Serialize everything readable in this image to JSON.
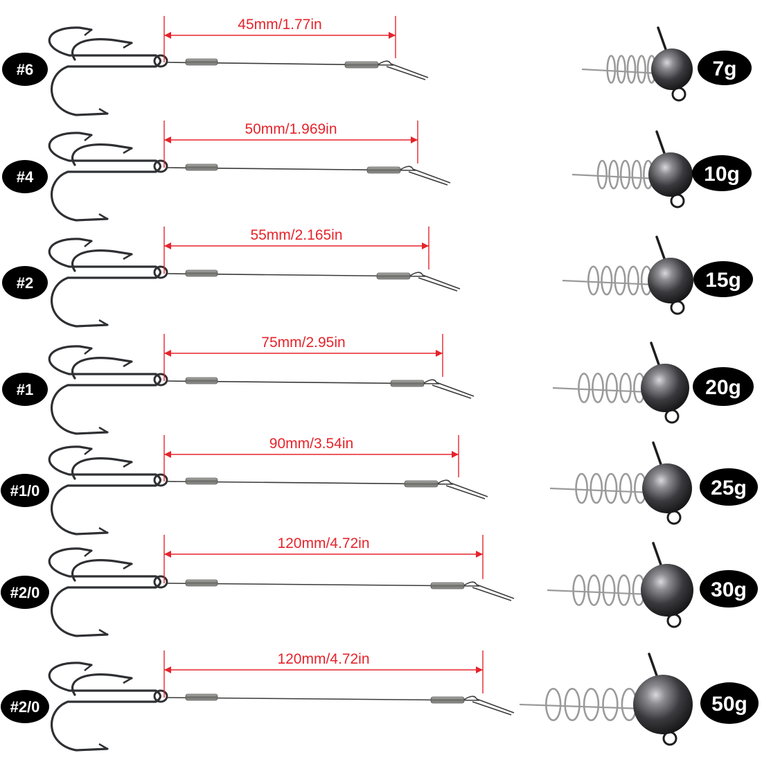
{
  "colors": {
    "measure": "#e5242b",
    "badge_bg": "#000000",
    "badge_text": "#ffffff",
    "hook_metal": "#2f3033",
    "wire": "#3a3a3a",
    "sleeve": "#7a7a78",
    "weight_head": "#2b2b2e",
    "spring": "#9a9a9a"
  },
  "rows": [
    {
      "hook_size": "#6",
      "length": "45mm/1.77in",
      "weight": "7g",
      "length_mm": 45,
      "weight_g": 7
    },
    {
      "hook_size": "#4",
      "length": "50mm/1.969in",
      "weight": "10g",
      "length_mm": 50,
      "weight_g": 10
    },
    {
      "hook_size": "#2",
      "length": "55mm/2.165in",
      "weight": "15g",
      "length_mm": 55,
      "weight_g": 15
    },
    {
      "hook_size": "#1",
      "length": "75mm/2.95in",
      "weight": "20g",
      "length_mm": 75,
      "weight_g": 20
    },
    {
      "hook_size": "#1/0",
      "length": "90mm/3.54in",
      "weight": "25g",
      "length_mm": 90,
      "weight_g": 25
    },
    {
      "hook_size": "#2/0",
      "length": "120mm/4.72in",
      "weight": "30g",
      "length_mm": 120,
      "weight_g": 30
    },
    {
      "hook_size": "#2/0",
      "length": "120mm/4.72in",
      "weight": "50g",
      "length_mm": 120,
      "weight_g": 50
    }
  ]
}
